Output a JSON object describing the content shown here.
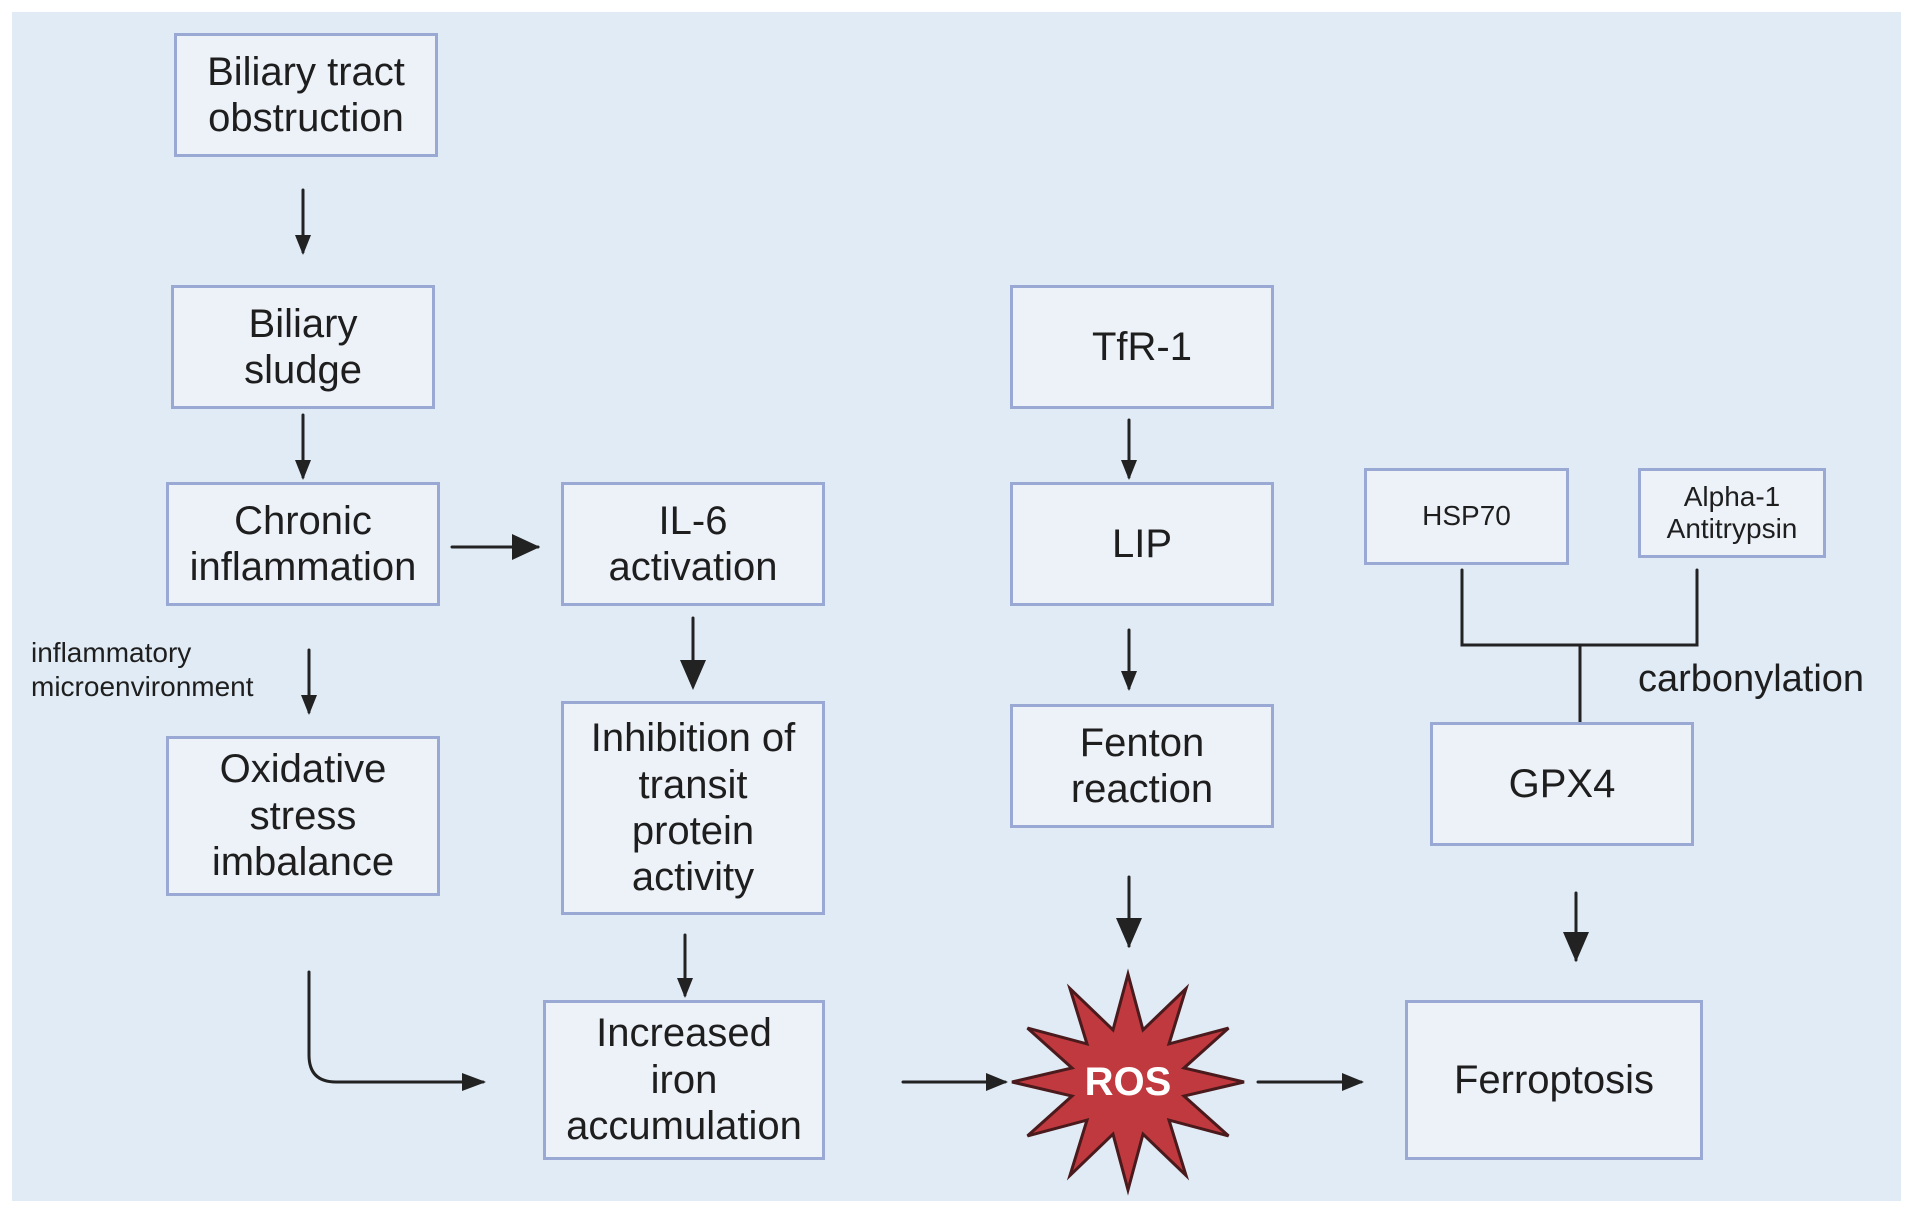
{
  "nodes": {
    "biliary_tract_obstruction": "Biliary tract\nobstruction",
    "biliary_sludge": "Biliary\nsludge",
    "chronic_inflammation": "Chronic\ninflammation",
    "il6_activation": "IL-6\nactivation",
    "oxidative_stress_imbalance": "Oxidative\nstress\nimbalance",
    "inhibition_transit_protein": "Inhibition of\ntransit\nprotein\nactivity",
    "increased_iron_accumulation": "Increased\niron\naccumulation",
    "tfr1": "TfR-1",
    "lip": "LIP",
    "fenton_reaction": "Fenton\nreaction",
    "ros": "ROS",
    "hsp70": "HSP70",
    "alpha1_antitrypsin": "Alpha-1\nAntitrypsin",
    "gpx4": "GPX4",
    "ferroptosis": "Ferroptosis"
  },
  "labels": {
    "inflammatory_microenvironment": "inflammatory\nmicroenvironment",
    "carbonylation": "carbonylation"
  },
  "colors": {
    "background": "#e0ebf5",
    "box_fill": "#edf2f9",
    "box_border": "#9aa8d4",
    "ros_fill": "#c0393f",
    "arrow": "#222222"
  }
}
